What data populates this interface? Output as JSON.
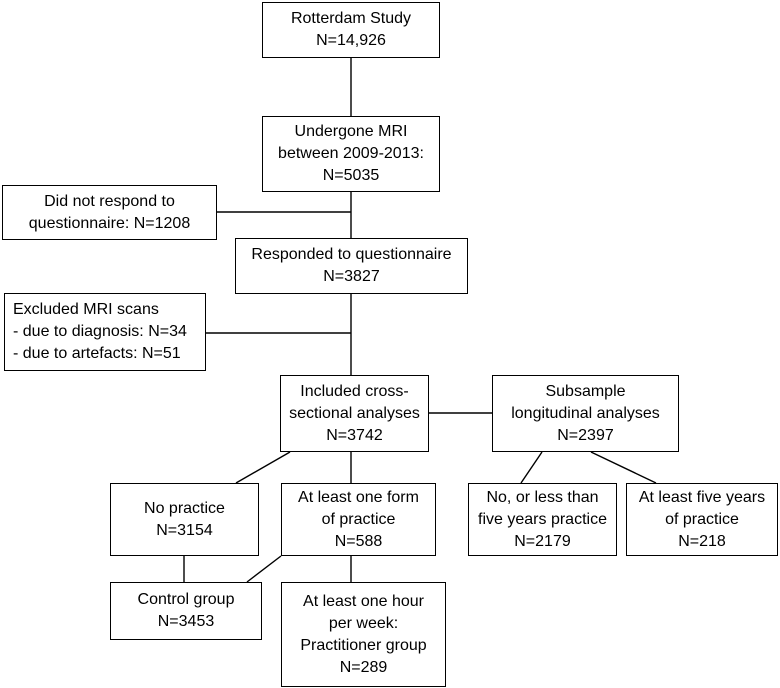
{
  "boxes": {
    "rotterdam": [
      "Rotterdam Study",
      "N=14,926"
    ],
    "mri": [
      "Undergone MRI",
      "between 2009-2013:",
      "N=5035"
    ],
    "no_response": [
      "Did not respond to",
      "questionnaire: N=1208"
    ],
    "responded": [
      "Responded to questionnaire",
      "N=3827"
    ],
    "excluded": [
      "Excluded MRI scans",
      "- due to diagnosis: N=34",
      "- due to artefacts: N=51"
    ],
    "cross": [
      "Included cross-",
      "sectional analyses",
      "N=3742"
    ],
    "subsample": [
      "Subsample",
      "longitudinal analyses",
      "N=2397"
    ],
    "no_practice": [
      "No practice",
      "N=3154"
    ],
    "one_form": [
      "At least one form",
      "of practice",
      "N=588"
    ],
    "less_five": [
      "No, or less than",
      "five years practice",
      "N=2179"
    ],
    "five_years": [
      "At least five years",
      "of practice",
      "N=218"
    ],
    "control": [
      "Control group",
      "N=3453"
    ],
    "practitioner": [
      "At least one hour",
      "per week:",
      "Practitioner group",
      "N=289"
    ]
  }
}
